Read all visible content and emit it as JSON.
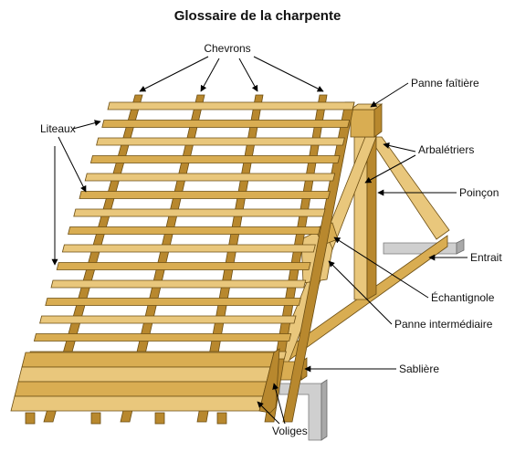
{
  "diagram": {
    "title": "Glossaire de la charpente",
    "labels": {
      "chevrons": "Chevrons",
      "panne_faitiere": "Panne faîtière",
      "liteaux": "Liteaux",
      "arbaletriers": "Arbalétriers",
      "poincon": "Poinçon",
      "entrait": "Entrait",
      "echantignole": "Échantignole",
      "panne_intermediaire": "Panne intermédiaire",
      "sabliere": "Sablière",
      "voliges": "Voliges"
    }
  },
  "colors": {
    "wood": "#d9ad52",
    "wood_light": "#e9c77c",
    "wood_dark": "#b8882e",
    "masonry": "#cfcfcf",
    "leader_lines": "#000000"
  }
}
